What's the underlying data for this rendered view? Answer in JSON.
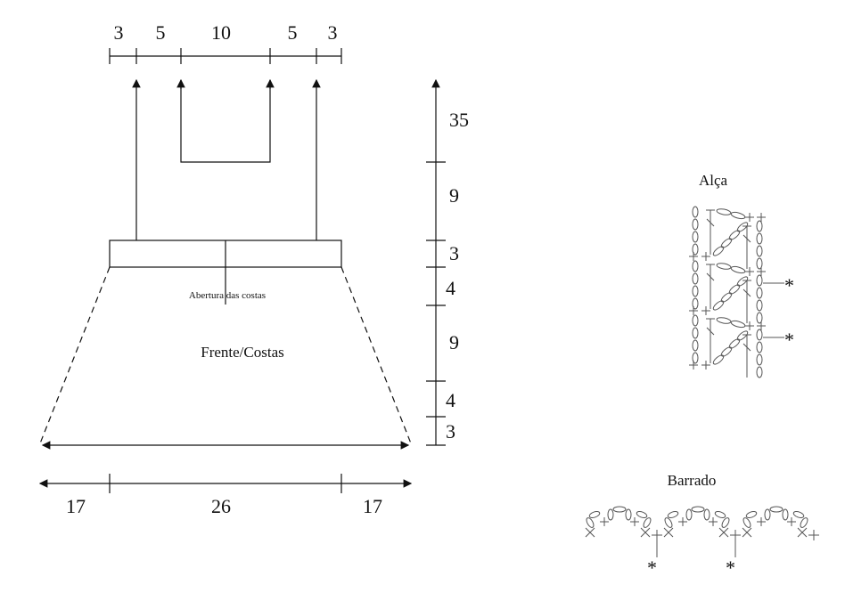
{
  "top_dims": [
    "3",
    "5",
    "10",
    "5",
    "3"
  ],
  "right_dims": [
    "35",
    "9",
    "3",
    "4",
    "9",
    "4",
    "3"
  ],
  "bottom_dims": [
    "17",
    "26",
    "17"
  ],
  "labels": {
    "back_opening": "Abertura das costas",
    "front_back": "Frente/Costas",
    "strap": "Alça",
    "border": "Barrado",
    "asterisk": "*"
  },
  "colors": {
    "line": "#111111",
    "symbol": "#555555",
    "asterisk": "#1a2a50"
  }
}
